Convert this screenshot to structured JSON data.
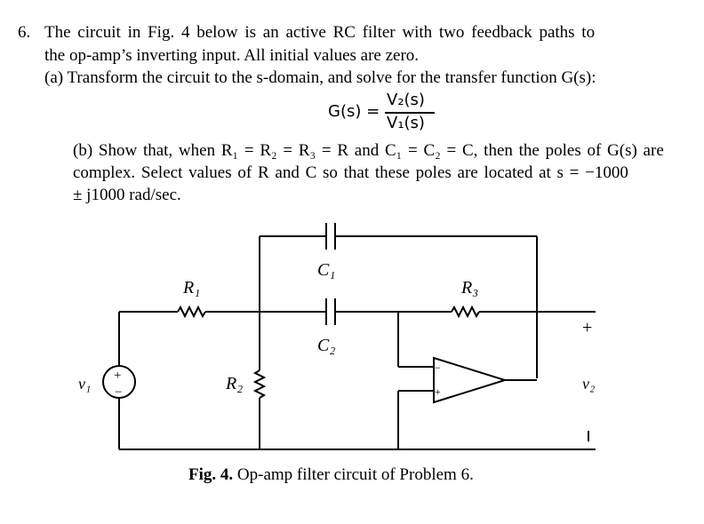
{
  "problem": {
    "number": "6.",
    "intro_line1": "The circuit in Fig. 4 below is an active RC filter with two feedback paths to",
    "intro_line2": "the op-amp’s inverting input. All initial values are zero.",
    "part_a": "(a) Transform the circuit to the s-domain, and solve for the transfer function G(s):",
    "equation": {
      "lhs": "G(s) =",
      "numerator": "V₂(s)",
      "denominator": "V₁(s)"
    },
    "part_b_line1": "(b) Show that, when R₁ = R₂ = R₃ = R and C₁ = C₂ = C, then the poles of G(s) are",
    "part_b_line2": "complex. Select values of R and C so that these poles are located at s = −1000",
    "part_b_line3": "± j1000 rad/sec."
  },
  "circuit": {
    "labels": {
      "c1": "C₁",
      "c2": "C₂",
      "r1": "R₁",
      "r2": "R₂",
      "r3": "R₃",
      "v1": "v₁",
      "v2": "v₂",
      "plus": "+",
      "minus": "−"
    }
  },
  "caption": {
    "bold": "Fig. 4.",
    "text": " Op-amp filter circuit of Problem 6."
  }
}
